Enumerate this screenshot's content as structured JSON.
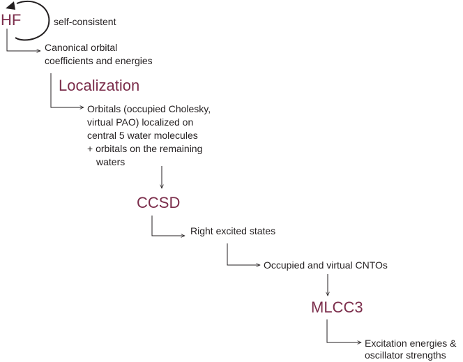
{
  "steps": {
    "hf": "HF",
    "localization": "Localization",
    "ccsd": "CCSD",
    "mlcc3": "MLCC3"
  },
  "labels": {
    "self_consistent": "self-consistent",
    "canonical": [
      "Canonical orbital",
      "coefficients and energies"
    ],
    "orbitals": [
      "Orbitals (occupied Cholesky,",
      "virtual PAO) localized on",
      "central 5 water molecules",
      "+ orbitals on the remaining",
      "waters"
    ],
    "right_excited": "Right excited states",
    "cntos": "Occupied and virtual CNTOs",
    "excitation": [
      "Excitation energies &",
      "oscillator strengths"
    ]
  },
  "colors": {
    "step": "#7b2d4b",
    "text": "#231f20",
    "line": "#231f20"
  }
}
